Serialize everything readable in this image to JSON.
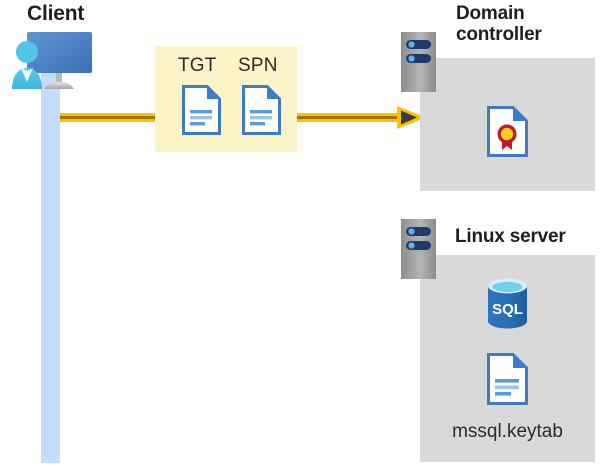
{
  "diagram": {
    "type": "kerberos-authentication-flow",
    "background": "#ffffff",
    "nodes": {
      "client": {
        "title": "Client",
        "icon": "user-workstation-icon",
        "lifeline_color": "#c5dcfa"
      },
      "domain_controller": {
        "title": "Domain\ncontroller",
        "icon": "server-icon",
        "panel_color": "#d9d9d9",
        "contents": [
          {
            "icon": "certificate-document-icon",
            "label": ""
          }
        ]
      },
      "linux_server": {
        "title": "Linux server",
        "icon": "server-icon",
        "panel_color": "#d9d9d9",
        "contents": [
          {
            "icon": "sql-database-icon",
            "label": "SQL"
          },
          {
            "icon": "keytab-document-icon",
            "label": "mssql.keytab"
          }
        ]
      }
    },
    "flow": {
      "arrow_label": "",
      "arrow_color": "#ffc000",
      "arrow_head_color": "#3b3b3b",
      "highlight_box_color": "#fdf3c8",
      "tokens": [
        {
          "label": "TGT",
          "icon": "document-icon"
        },
        {
          "label": "SPN",
          "icon": "document-icon"
        }
      ]
    },
    "labels": {
      "sql_text": "SQL",
      "keytab_filename": "mssql.keytab"
    },
    "colors": {
      "accent_blue": "#3e7bc4",
      "document_outline": "#3e7bc4",
      "document_fold": "#3b7ccb",
      "server_body_dark": "#8e8e8e",
      "server_body_light": "#c9c9c9",
      "server_led": "#23386b",
      "server_led_dot": "#5bb6e8",
      "sql_blue": "#2a6fb5",
      "sql_top": "#6fd0ef",
      "cert_red": "#c5172b",
      "cert_gold": "#f5d021",
      "gold": "#ffc000",
      "gold_dark": "#cf9a00"
    }
  }
}
